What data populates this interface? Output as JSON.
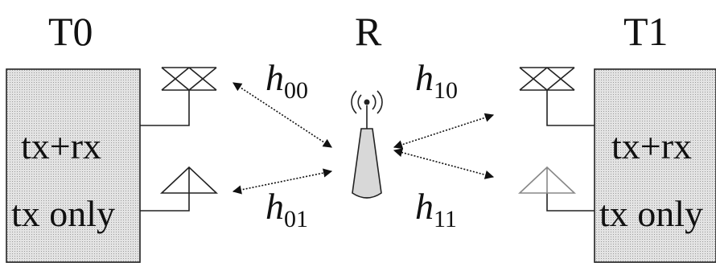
{
  "nodes": {
    "t0": {
      "title": "T0",
      "port_txrx": "tx+rx",
      "port_txonly": "tx only"
    },
    "relay": {
      "title": "R"
    },
    "t1": {
      "title": "T1",
      "port_txrx": "tx+rx",
      "port_txonly": "tx only"
    }
  },
  "channels": {
    "h00": {
      "base": "h",
      "sub": "00"
    },
    "h01": {
      "base": "h",
      "sub": "01"
    },
    "h10": {
      "base": "h",
      "sub": "10"
    },
    "h11": {
      "base": "h",
      "sub": "11"
    }
  }
}
